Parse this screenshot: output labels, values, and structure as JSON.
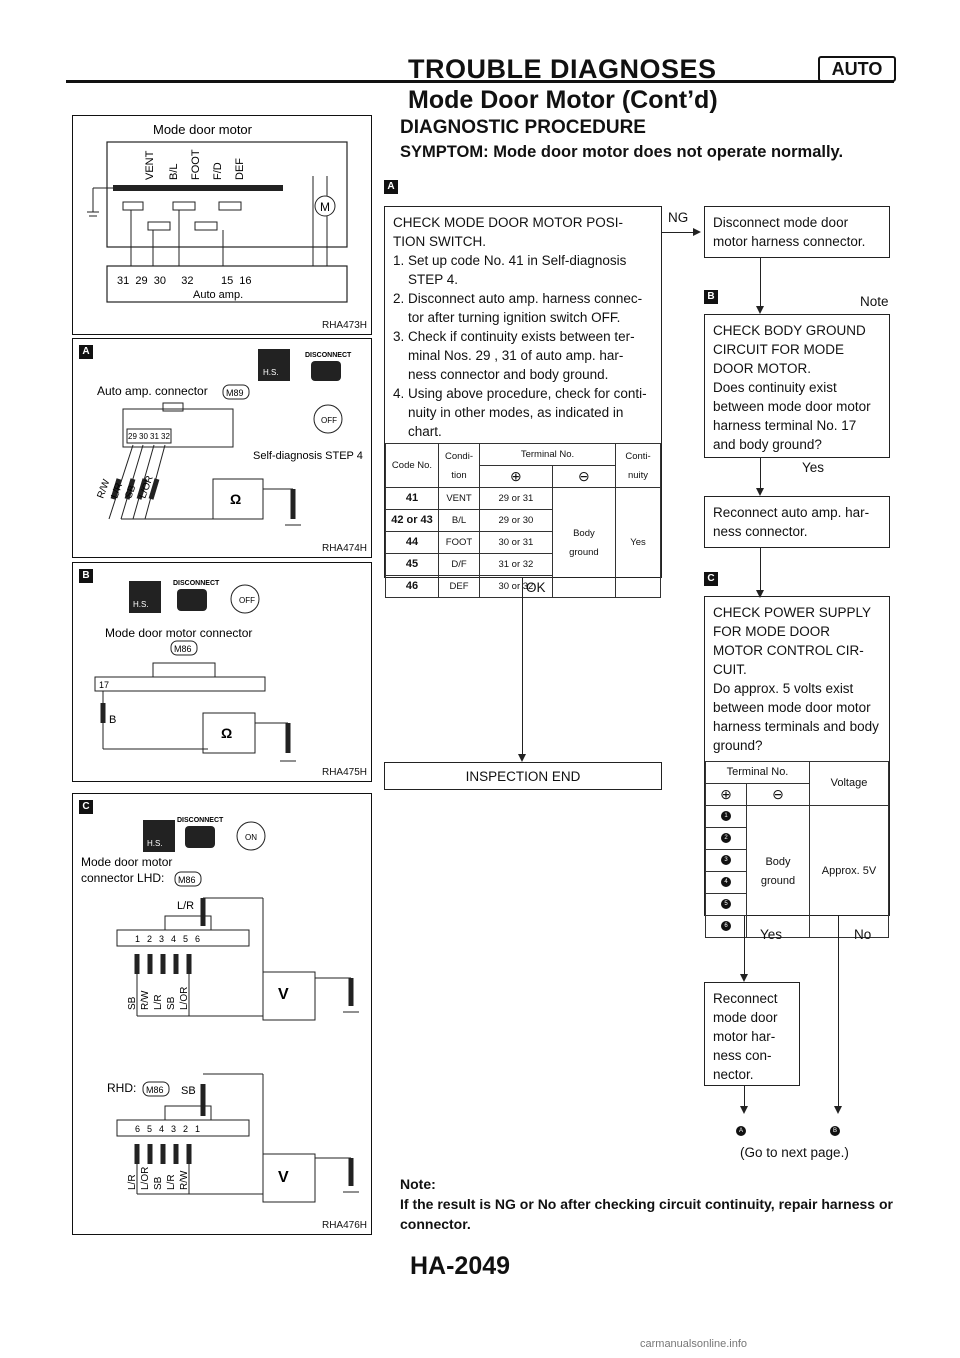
{
  "header": {
    "title": "TROUBLE DIAGNOSES",
    "badge": "AUTO",
    "subtitle": "Mode Door Motor (Cont’d)"
  },
  "figures": [
    {
      "code": "RHA473H",
      "title": "Mode door motor",
      "labels": [
        "VENT",
        "B/L",
        "FOOT",
        "F/D",
        "DEF"
      ],
      "motor": "M",
      "pins": "31  29  30     32         15  16",
      "bottom": "Auto amp."
    },
    {
      "code": "RHA474H",
      "tag": "A",
      "connector_label": "Auto amp. connector",
      "connector_id": "M89",
      "pins": [
        "29",
        "30",
        "31",
        "32"
      ],
      "wires": [
        "R/W",
        "L/R",
        "SB",
        "L/OR"
      ],
      "step": "Self-diagnosis STEP 4",
      "disconnect": "DISCONNECT",
      "switch": "OFF",
      "hs": "H.S.",
      "meter": "Ω"
    },
    {
      "code": "RHA475H",
      "tag": "B",
      "connector_label": "Mode door motor connector",
      "connector_id": "M86",
      "pin": "17",
      "wire": "B",
      "disconnect": "DISCONNECT",
      "switch": "OFF",
      "hs": "H.S.",
      "meter": "Ω"
    },
    {
      "code": "RHA476H",
      "tag": "C",
      "connector_label": "Mode door motor connector LHD:",
      "connector_id": "M86",
      "rhd_label": "RHD:",
      "lhd_top_wire": "L/R",
      "rhd_top_wire": "SB",
      "lhd_pins": [
        "1",
        "2",
        "3",
        "4",
        "5",
        "6"
      ],
      "rhd_pins": [
        "6",
        "5",
        "4",
        "3",
        "2",
        "1"
      ],
      "lhd_wires": [
        "SB",
        "R/W",
        "L/R",
        "SB",
        "L/OR"
      ],
      "rhd_wires": [
        "L/R",
        "L/OR",
        "SB",
        "L/R",
        "R/W"
      ],
      "disconnect": "DISCONNECT",
      "switch": "ON",
      "hs": "H.S.",
      "meter": "V"
    }
  ],
  "procedure": {
    "heading": "DIAGNOSTIC PROCEDURE",
    "symptom": "SYMPTOM: Mode door motor does not operate normally.",
    "tags": {
      "a": "A",
      "b": "B",
      "c": "C"
    },
    "box1_lines": [
      "CHECK MODE DOOR MOTOR POSI-",
      "TION SWITCH.",
      "1. Set up code No. 41 in Self-diagnosis",
      "    STEP 4.",
      "2. Disconnect auto amp. harness connec-",
      "    tor after turning ignition switch OFF.",
      "3. Check if continuity exists between ter-",
      "    minal Nos. 29 , 31 of auto amp. har-",
      "    ness connector and body ground.",
      "4. Using above procedure, check for conti-",
      "    nuity in other modes, as indicated in",
      "    chart."
    ],
    "table1": {
      "headers": {
        "code": "Code No.",
        "cond": "Condi-\ntion",
        "terminal": "Terminal No.",
        "plus": "⊕",
        "minus": "⊖",
        "cont": "Conti-\nnuity"
      },
      "rows": [
        {
          "code": "41",
          "cond": "VENT",
          "term": "29 or 31"
        },
        {
          "code": "42 or 43",
          "cond": "B/L",
          "term": "29 or 30"
        },
        {
          "code": "44",
          "cond": "FOOT",
          "term": "30 or 31"
        },
        {
          "code": "45",
          "cond": "D/F",
          "term": "31 or 32"
        },
        {
          "code": "46",
          "cond": "DEF",
          "term": "30 or 32"
        }
      ],
      "ground": "Body\nground",
      "yes": "Yes"
    },
    "ng": "NG",
    "ok": "OK",
    "box_disconnect": [
      "Disconnect mode door",
      "motor harness connector."
    ],
    "note_label": "Note",
    "box_body_ground": [
      "CHECK BODY GROUND",
      "CIRCUIT FOR MODE",
      "DOOR MOTOR.",
      "Does continuity exist",
      "between mode door motor",
      "harness terminal No. 17",
      "and body ground?"
    ],
    "yes": "Yes",
    "no": "No",
    "box_reconnect_amp": [
      "Reconnect auto amp. har-",
      "ness connector."
    ],
    "box_power": [
      "CHECK POWER SUPPLY",
      "FOR MODE DOOR",
      "MOTOR CONTROL CIR-",
      "CUIT.",
      "Do approx. 5 volts exist",
      "between mode door motor",
      "harness terminals and body",
      "ground?"
    ],
    "table2": {
      "terminal": "Terminal No.",
      "plus": "⊕",
      "minus": "⊖",
      "voltage": "Voltage",
      "terminals": [
        "1",
        "2",
        "3",
        "4",
        "5",
        "6"
      ],
      "ground": "Body\nground",
      "value": "Approx. 5V"
    },
    "inspection_end": "INSPECTION END",
    "box_reconnect_motor": [
      "Reconnect",
      "mode door",
      "motor har-",
      "ness con-",
      "nector."
    ],
    "goto_a": "A",
    "goto_b": "B",
    "next_page": "(Go to next page.)",
    "note_title": "Note:",
    "note_text": "If the result is NG or No after checking circuit continuity, repair harness or connector."
  },
  "page_number": "HA-2049",
  "footer": "carmanualsonline.info"
}
